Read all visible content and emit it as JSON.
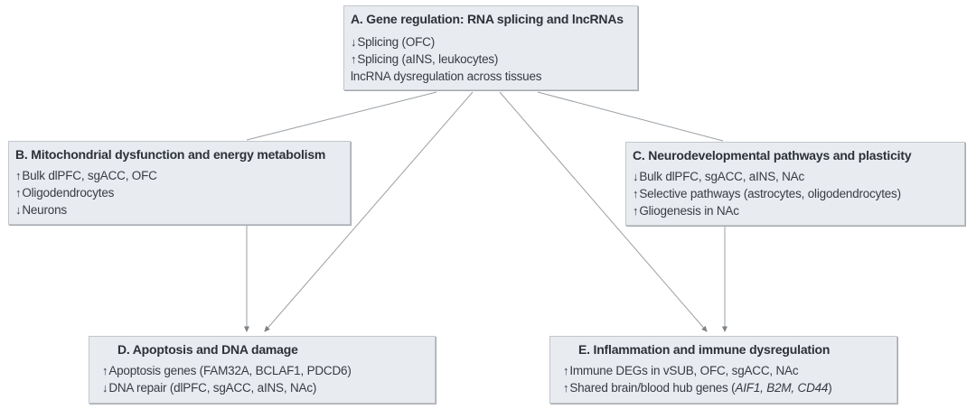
{
  "figure": {
    "glyphs": {
      "up": "↑",
      "down": "↓"
    },
    "boxes": [
      {
        "key": "a",
        "title": "A. Gene regulation: RNA splicing and lncRNAs",
        "items": [
          {
            "arrow": "down",
            "text": "Splicing (OFC)"
          },
          {
            "arrow": "up",
            "text": "Splicing (aINS, leukocytes)"
          },
          {
            "arrow": "",
            "text": "lncRNA dysregulation across tissues"
          }
        ]
      },
      {
        "key": "b",
        "title": "B. Mitochondrial dysfunction and energy metabolism",
        "items": [
          {
            "arrow": "up",
            "text": "Bulk dlPFC, sgACC, OFC"
          },
          {
            "arrow": "up",
            "text": "Oligodendrocytes"
          },
          {
            "arrow": "down",
            "text": "Neurons"
          }
        ]
      },
      {
        "key": "c",
        "title": "C. Neurodevelopmental pathways and plasticity",
        "items": [
          {
            "arrow": "down",
            "text": "Bulk dlPFC, sgACC, aINS, NAc"
          },
          {
            "arrow": "up",
            "text": "Selective pathways (astrocytes, oligodendrocytes)"
          },
          {
            "arrow": "up",
            "text": "Gliogenesis in NAc"
          }
        ]
      },
      {
        "key": "d",
        "title": "D. Apoptosis and DNA damage",
        "items": [
          {
            "arrow": "up",
            "text": "Apoptosis genes (FAM32A, BCLAF1, PDCD6)"
          },
          {
            "arrow": "down",
            "text": "DNA repair (dlPFC, sgACC, aINS, NAc)"
          }
        ]
      },
      {
        "key": "e",
        "title": "E. Inflammation and immune dysregulation",
        "items": [
          {
            "arrow": "up",
            "text": "Immune DEGs in vSUB, OFC, sgACC, NAc"
          },
          {
            "arrow": "up",
            "text": "Shared brain/blood hub genes (",
            "italic": "AIF1, B2M, CD44",
            "suffix": ")"
          }
        ]
      }
    ],
    "edges": [
      {
        "from": "A",
        "to": "B",
        "arrowhead": false
      },
      {
        "from": "A",
        "to": "C",
        "arrowhead": false
      },
      {
        "from": "A",
        "to": "D",
        "arrowhead": true
      },
      {
        "from": "A",
        "to": "E",
        "arrowhead": true
      },
      {
        "from": "B",
        "to": "D",
        "arrowhead": true
      },
      {
        "from": "C",
        "to": "E",
        "arrowhead": true
      }
    ],
    "colors": {
      "box_fill": "#e8ecf1",
      "box_border": "#c2c6cb",
      "box_shadow_edge": "#a6aaaf",
      "title_text": "#2d3038",
      "item_text": "#383b42",
      "connector": "#9aa0a5",
      "arrowhead": "#7d8288",
      "background": "#ffffff"
    }
  }
}
